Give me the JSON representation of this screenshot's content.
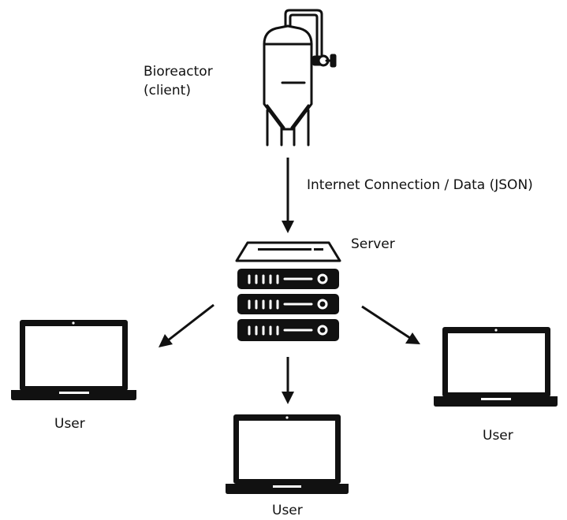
{
  "nodes": {
    "bioreactor": {
      "label_line1": "Bioreactor",
      "label_line2": "(client)",
      "icon": "bioreactor-tank-icon"
    },
    "server": {
      "label": "Server",
      "icon": "server-rack-icon"
    },
    "users": [
      {
        "label": "User",
        "icon": "laptop-icon"
      },
      {
        "label": "User",
        "icon": "laptop-icon"
      },
      {
        "label": "User",
        "icon": "laptop-icon"
      }
    ]
  },
  "edges": [
    {
      "from": "bioreactor",
      "to": "server",
      "label": "Internet Connection / Data (JSON)"
    },
    {
      "from": "server",
      "to": "user-left",
      "label": ""
    },
    {
      "from": "server",
      "to": "user-bottom",
      "label": ""
    },
    {
      "from": "server",
      "to": "user-right",
      "label": ""
    }
  ],
  "colors": {
    "stroke": "#111111",
    "background": "#ffffff"
  }
}
